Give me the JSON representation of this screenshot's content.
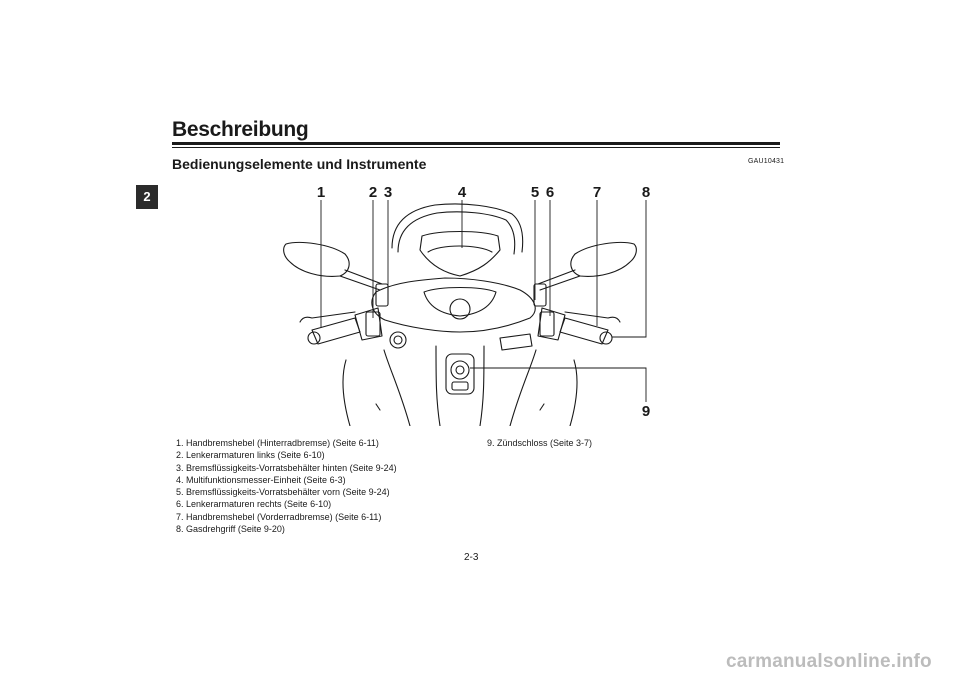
{
  "header": {
    "title": "Beschreibung",
    "chapter_tab": "2"
  },
  "section": {
    "heading": "Bedienungselemente und Instrumente",
    "code": "GAU10431"
  },
  "figure": {
    "callouts": [
      "1",
      "2",
      "3",
      "4",
      "5",
      "6",
      "7",
      "8",
      "9"
    ]
  },
  "legend": {
    "left": [
      "1. Handbremshebel (Hinterradbremse) (Seite 6-11)",
      "2. Lenkerarmaturen links (Seite 6-10)",
      "3. Bremsflüssigkeits-Vorratsbehälter hinten (Seite 9-24)",
      "4. Multifunktionsmesser-Einheit (Seite 6-3)",
      "5. Bremsflüssigkeits-Vorratsbehälter vorn (Seite 9-24)",
      "6. Lenkerarmaturen rechts (Seite 6-10)",
      "7. Handbremshebel (Vorderradbremse) (Seite 6-11)",
      "8. Gasdrehgriff (Seite 9-20)"
    ],
    "right": [
      "9. Zündschloss (Seite 3-7)"
    ]
  },
  "footer": {
    "page_number": "2-3",
    "watermark": "carmanualsonline.info"
  }
}
